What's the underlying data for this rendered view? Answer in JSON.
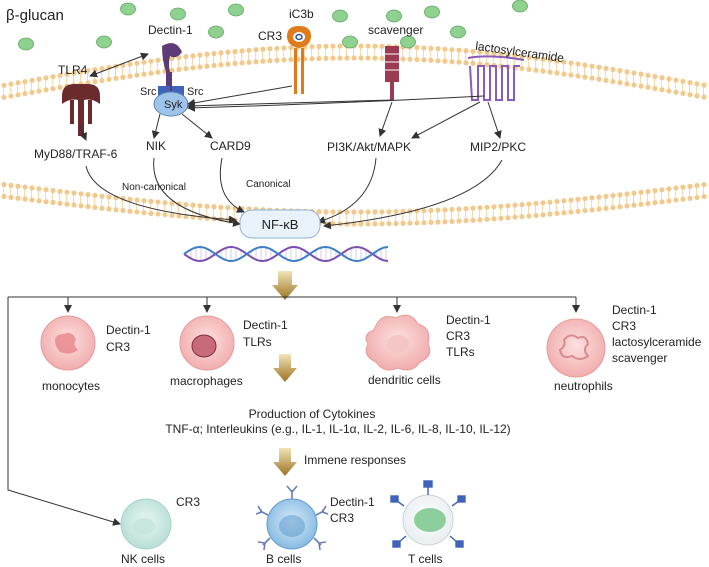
{
  "ligand": "β-glucan",
  "receptors": {
    "tlr4": "TLR4",
    "dectin1": "Dectin-1",
    "ic3b": "iC3b",
    "cr3": "CR3",
    "scavenger": "scavenger",
    "lactosylceramide": "lactosylceramide"
  },
  "kinases": {
    "src_left": "Src",
    "src_right": "Src",
    "syk": "Syk"
  },
  "pathways": {
    "myd88": "MyD88/TRAF-6",
    "nik": "NIK",
    "card9": "CARD9",
    "pi3k": "PI3K/Akt/MAPK",
    "mip2": "MIP2/PKC",
    "non_canonical": "Non-canonical",
    "canonical": "Canonical",
    "nfkb": "NF-κB"
  },
  "cells": [
    {
      "name": "monocytes",
      "receptors": [
        "Dectin-1",
        "CR3"
      ]
    },
    {
      "name": "macrophages",
      "receptors": [
        "Dectin-1",
        "TLRs"
      ]
    },
    {
      "name": "dendritic cells",
      "receptors": [
        "Dectin-1",
        "CR3",
        "TLRs"
      ]
    },
    {
      "name": "neutrophils",
      "receptors": [
        "Dectin-1",
        "CR3",
        "lactosylceramide",
        "scavenger"
      ]
    }
  ],
  "cytokines": {
    "title": "Production of Cytokines",
    "list": "TNF-α; Interleukins (e.g., IL-1, IL-1α, IL-2, IL-6, IL-8, IL-10, IL-12)"
  },
  "immune_label": "Immene responses",
  "lymphocytes": [
    {
      "name": "NK cells",
      "receptors": [
        "CR3"
      ]
    },
    {
      "name": "B cells",
      "receptors": [
        "Dectin-1",
        "CR3"
      ]
    },
    {
      "name": "T cells",
      "receptors": []
    }
  ],
  "colors": {
    "membrane": "#f2c98a",
    "glucan": "#8fd18f",
    "tlr4": "#6b2a2e",
    "dectin": "#5b3b78",
    "cr3": "#e07b1a",
    "scavenger": "#9c3a53",
    "lactosyl": "#8a5bb8",
    "syk": "#9fc4ea",
    "nfkb_box": "#e9f2fb",
    "cell_pink": "#f3b6b6",
    "cell_teal": "#b9e0d9",
    "cell_blue": "#8fc2e8",
    "cell_green": "#8dcf9c",
    "arrow_gold": "#b88a2a"
  }
}
